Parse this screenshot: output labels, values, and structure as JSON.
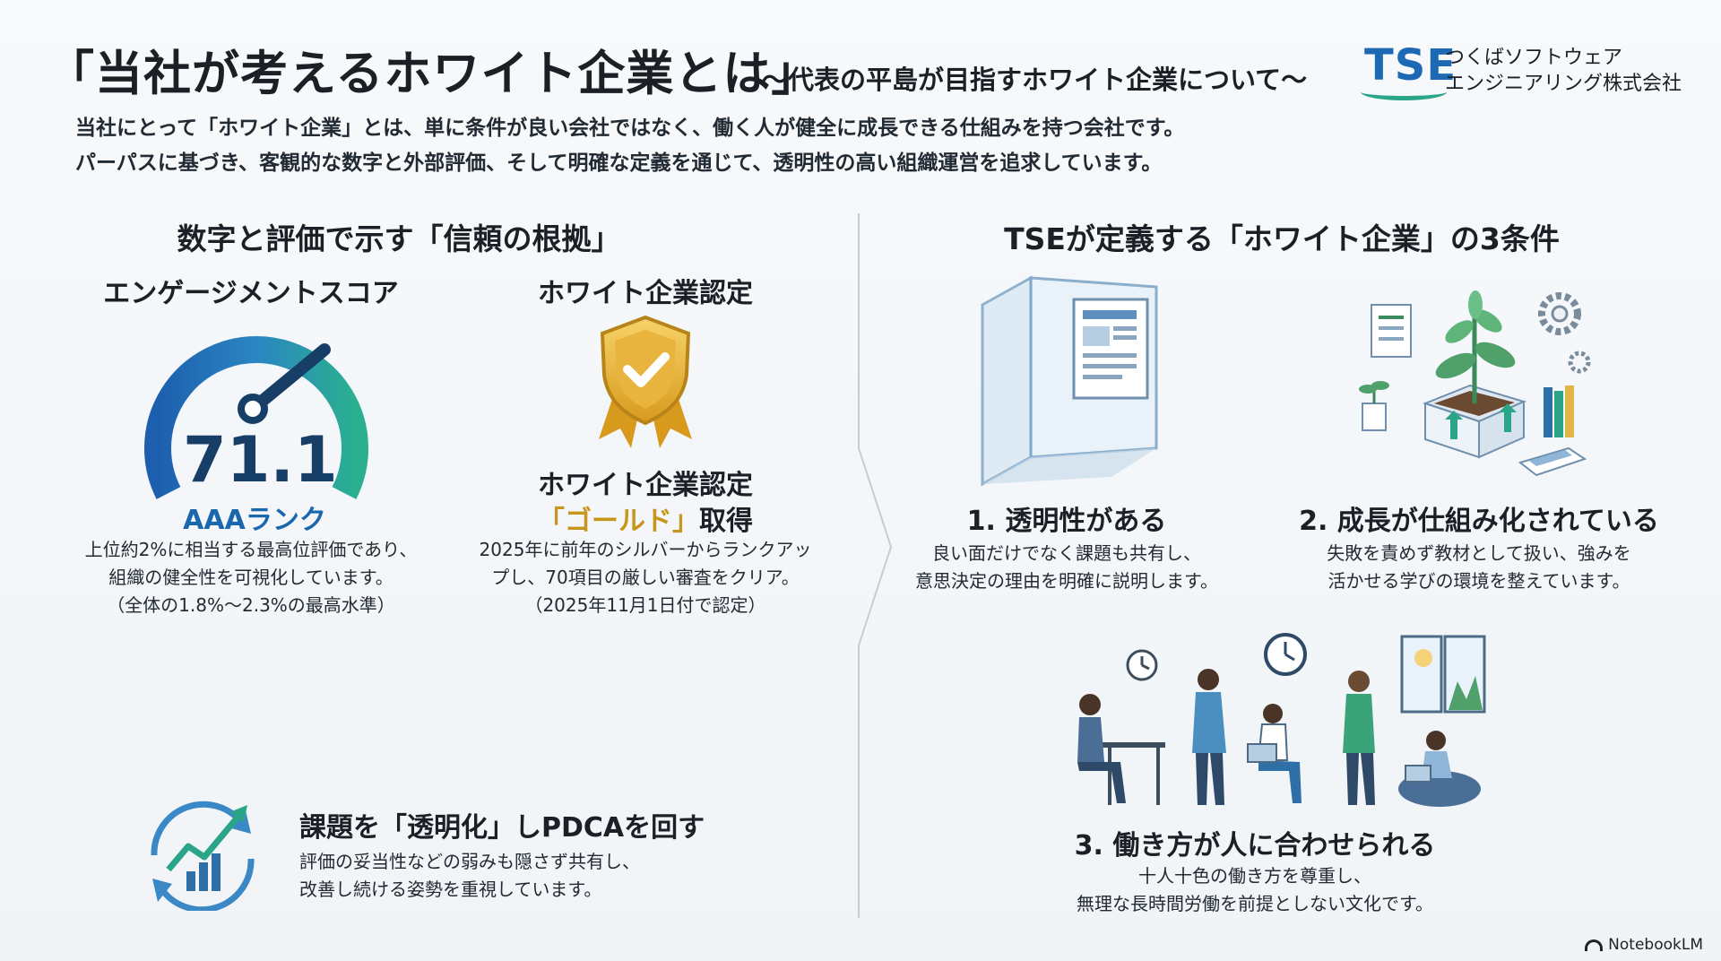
{
  "header": {
    "title": "「当社が考えるホワイト企業とは」",
    "subtitle": "〜代表の平島が目指すホワイト企業について〜",
    "logo_mark": "TSE",
    "company_line1": "つくばソフトウェア",
    "company_line2": "エンジニアリング株式会社"
  },
  "intro": {
    "line1": "当社にとって「ホワイト企業」とは、単に条件が良い会社ではなく、働く人が健全に成長できる仕組みを持つ会社です。",
    "line2": "パーパスに基づき、客観的な数字と外部評価、そして明確な定義を通じて、透明性の高い組織運営を追求しています。"
  },
  "left": {
    "heading": "数字と評価で示す「信頼の根拠」",
    "engagement": {
      "title": "エンゲージメントスコア",
      "score": "71.1",
      "rank": "AAAランク",
      "desc1": "上位約2%に相当する最高位評価であり、",
      "desc2": "組織の健全性を可視化しています。",
      "desc3": "（全体の1.8%〜2.3%の最高水準）"
    },
    "certification": {
      "title": "ホワイト企業認定",
      "badge_line1": "ホワイト企業認定",
      "badge_gold": "「ゴールド」",
      "badge_suffix": "取得",
      "desc1": "2025年に前年のシルバーからランクアッ",
      "desc2": "プし、70項目の厳しい審査をクリア。",
      "desc3": "（2025年11月1日付で認定）"
    },
    "pdca": {
      "title": "課題を「透明化」しPDCAを回す",
      "desc1": "評価の妥当性などの弱みも隠さず共有し、",
      "desc2": "改善し続ける姿勢を重視しています。"
    }
  },
  "right": {
    "heading": "TSEが定義する「ホワイト企業」の3条件",
    "cond1": {
      "title": "1. 透明性がある",
      "desc1": "良い面だけでなく課題も共有し、",
      "desc2": "意思決定の理由を明確に説明します。"
    },
    "cond2": {
      "title": "2. 成長が仕組み化されている",
      "desc1": "失敗を責めず教材として扱い、強みを",
      "desc2": "活かせる学びの環境を整えています。"
    },
    "cond3": {
      "title": "3. 働き方が人に合わせられる",
      "desc1": "十人十色の働き方を尊重し、",
      "desc2": "無理な長時間労働を前提としない文化です。"
    }
  },
  "footer": {
    "brand": "NotebookLM"
  },
  "colors": {
    "accent_blue": "#1e69b4",
    "accent_teal": "#2aa589",
    "gold": "#c8961a"
  }
}
